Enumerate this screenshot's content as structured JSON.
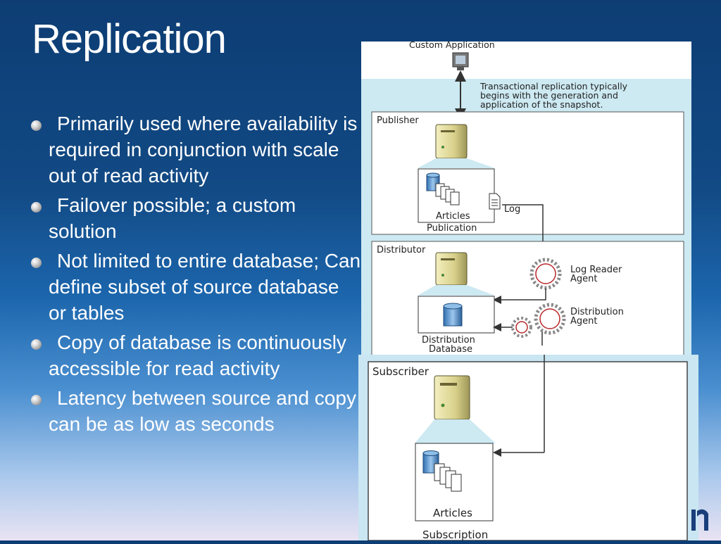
{
  "slide": {
    "title": "Replication",
    "bullets": [
      "Primarily used where availability is required in conjunction with scale out of read activity",
      "Failover possible; a custom solution",
      "Not limited to entire database; Can define subset of source database or tables",
      "Copy of database is continuously accessible for read activity",
      "Latency between source and copy can be as low as seconds"
    ]
  },
  "diagram": {
    "custom_application": "Custom Application",
    "note_lines": [
      "Transactional replication typically",
      "begins with the generation and",
      "application of the snapshot."
    ],
    "publisher": "Publisher",
    "articles_publisher": "Articles",
    "log": "Log",
    "publication": "Publication",
    "distributor": "Distributor",
    "log_reader_agent": [
      "Log Reader",
      "Agent"
    ],
    "distribution_agent": [
      "Distribution",
      "Agent"
    ],
    "distribution_database": [
      "Distribution",
      "Database"
    ],
    "subscriber": "Subscriber",
    "articles_subscriber": "Articles",
    "subscription": "Subscription"
  },
  "colors": {
    "background_top": "#0d3d73",
    "background_bottom": "#e9e3f3",
    "note_band": "#cde9f2",
    "agent_ring": "#b8282a",
    "arrow": "#333333"
  }
}
